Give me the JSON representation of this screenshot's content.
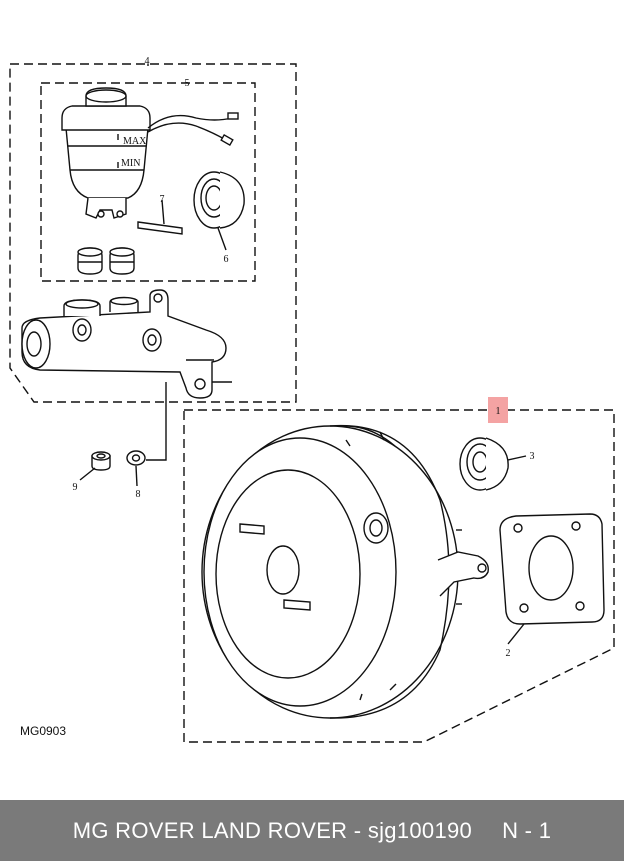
{
  "diagram": {
    "reference_code": "MG0903",
    "callouts": {
      "c1": "1",
      "c2": "2",
      "c3": "3",
      "c4": "4",
      "c5": "5",
      "c6": "6",
      "c7": "7",
      "c8": "8",
      "c9": "9"
    },
    "reservoir_labels": {
      "max": "MAX",
      "min": "MIN"
    },
    "highlight_color": "#f4a3a3"
  },
  "footer": {
    "part_text": "MG ROVER LAND ROVER - sjg100190",
    "qty_text": "N - 1",
    "background_color": "#7a7a7a"
  }
}
